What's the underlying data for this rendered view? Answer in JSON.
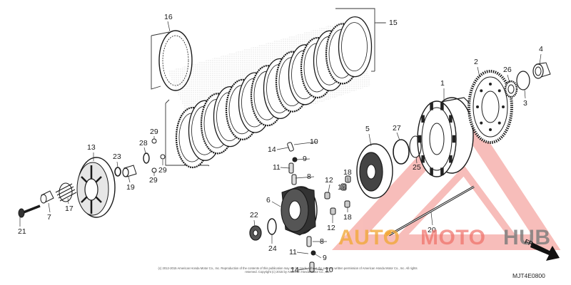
{
  "callouts": [
    {
      "id": "c1",
      "text": "1"
    },
    {
      "id": "c2",
      "text": "2"
    },
    {
      "id": "c3",
      "text": "3"
    },
    {
      "id": "c4",
      "text": "4"
    },
    {
      "id": "c5",
      "text": "5"
    },
    {
      "id": "c6",
      "text": "6"
    },
    {
      "id": "c7",
      "text": "7"
    },
    {
      "id": "c8a",
      "text": "8"
    },
    {
      "id": "c8b",
      "text": "8"
    },
    {
      "id": "c9a",
      "text": "9"
    },
    {
      "id": "c9b",
      "text": "9"
    },
    {
      "id": "c10a",
      "text": "10"
    },
    {
      "id": "c10b",
      "text": "10"
    },
    {
      "id": "c11a",
      "text": "11"
    },
    {
      "id": "c11b",
      "text": "11"
    },
    {
      "id": "c12a",
      "text": "12"
    },
    {
      "id": "c12b",
      "text": "12"
    },
    {
      "id": "c13",
      "text": "13"
    },
    {
      "id": "c14a",
      "text": "14"
    },
    {
      "id": "c14b",
      "text": "14"
    },
    {
      "id": "c15",
      "text": "15"
    },
    {
      "id": "c16",
      "text": "16"
    },
    {
      "id": "c17",
      "text": "17"
    },
    {
      "id": "c18a",
      "text": "18"
    },
    {
      "id": "c18b",
      "text": "18"
    },
    {
      "id": "c18c",
      "text": "18"
    },
    {
      "id": "c19",
      "text": "19"
    },
    {
      "id": "c20",
      "text": "20"
    },
    {
      "id": "c21",
      "text": "21"
    },
    {
      "id": "c22",
      "text": "22"
    },
    {
      "id": "c23",
      "text": "23"
    },
    {
      "id": "c24",
      "text": "24"
    },
    {
      "id": "c25",
      "text": "25"
    },
    {
      "id": "c26",
      "text": "26"
    },
    {
      "id": "c27",
      "text": "27"
    },
    {
      "id": "c28",
      "text": "28"
    },
    {
      "id": "c29a",
      "text": "29"
    },
    {
      "id": "c29b",
      "text": "29"
    },
    {
      "id": "c29c",
      "text": "29"
    }
  ],
  "watermark": {
    "auto": "AUTO",
    "moto": "MOTO",
    "hub": "HUB"
  },
  "copyright": "(c) 2012-2015 American Honda Motor Co., Inc. Reproduction of the contents of this publication may not be made without the express written permission of American Honda Motor Co., Inc. All rights reserved. Copyright (c) 2015 by American Honda Motor Co., Inc.",
  "front_arrow_label": "FR.",
  "diagram_code": "MJT4E0800",
  "colors": {
    "line": "#1a1a1a",
    "stipple": "#bbbbbb",
    "watermark_red": "#ef6f67",
    "watermark_orange": "#f2a93b",
    "watermark_gray": "#7a7a7a"
  }
}
